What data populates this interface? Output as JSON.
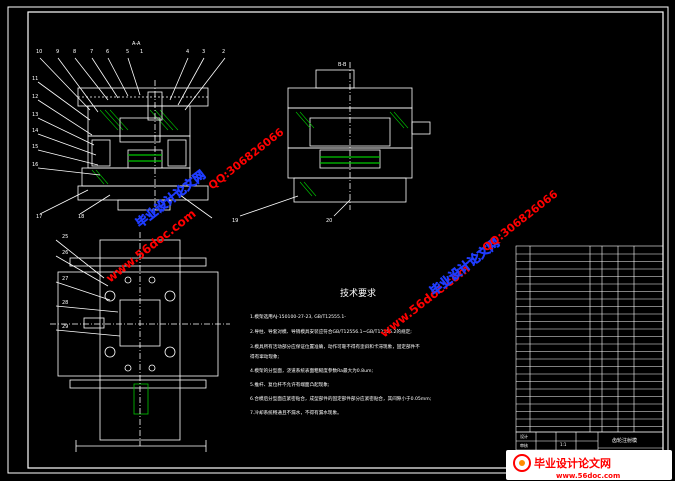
{
  "drawing": {
    "section_label_a": "A-A",
    "section_label_b": "B-B",
    "balloons_left": [
      "10",
      "9",
      "8",
      "7",
      "6",
      "5",
      "4",
      "3",
      "2",
      "1"
    ],
    "balloons_leftside": [
      "11",
      "12",
      "13",
      "14",
      "15",
      "16",
      "17"
    ],
    "balloons_bottom_a": [
      "18",
      "19",
      "20"
    ],
    "balloons_plan": [
      "25",
      "26",
      "27",
      "28",
      "29"
    ],
    "tech_title": "技术要求",
    "tech_lines": [
      "1.模架选用AJ-150100-27-23, GB/T12555.1-",
      "2.导柱、导套对模、导销模具安装应符合GB/T12556.1~GB/T12556.2的规定;",
      "3.模具所有活动部分应保证位置准确，动作可靠不得有歪斜和卡滞现象，固定部件不",
      "得有窜动现象;",
      "4.模架的分型面，浇道系统表面粗糙度参数Ra最大为0.8um;",
      "5.推杆、复位杆不允许有端面凸起现象;",
      "6.合模后分型面应紧密贴合，成型部件的固定部件部分应紧密贴合，其间隙小于0.05mm;",
      "7.冷却系统畅通且不漏水，不得有漏水现象。"
    ]
  },
  "title_block": {
    "part_name": "齿轮注射模",
    "part_no": "1:1",
    "designer": "设计",
    "checker": "审核"
  },
  "watermarks": {
    "site": "www.56doc.com",
    "brand": "毕业设计论文网",
    "qq": "QQ:306826066",
    "footer_site": "www.56doc.com"
  },
  "colors": {
    "background": "#000000",
    "line": "#ffffff",
    "accent_green": "#00c800",
    "watermark_red": "#ff0000",
    "watermark_orange": "#ff8c00",
    "watermark_blue": "#1e3cff"
  }
}
